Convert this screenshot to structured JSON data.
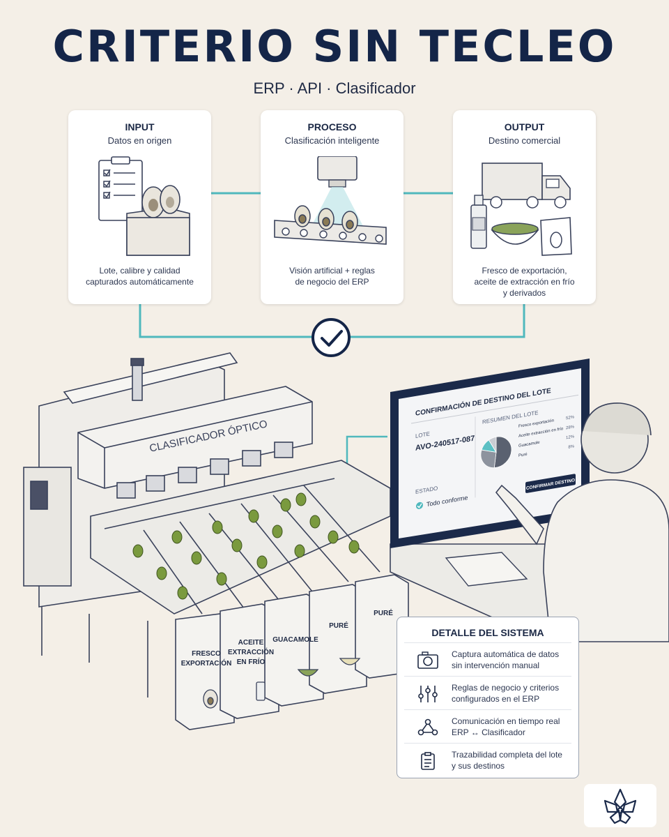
{
  "header": {
    "title": "CRITERIO SIN TECLEO",
    "subtitle": "ERP · API · Clasificador"
  },
  "cards": [
    {
      "title": "INPUT",
      "subtitle": "Datos en origen",
      "description_lines": [
        "Lote, calibre y calidad",
        "capturados automáticamente"
      ],
      "icon": "clipboard-avocado-box-icon"
    },
    {
      "title": "PROCESO",
      "subtitle": "Clasificación inteligente",
      "description_lines": [
        "Visión artificial + reglas",
        "de negocio del ERP"
      ],
      "icon": "camera-conveyor-icon"
    },
    {
      "title": "OUTPUT",
      "subtitle": "Destino comercial",
      "description_lines": [
        "Fresco de exportación,",
        "aceite de extracción en frío",
        "y derivados"
      ],
      "icon": "truck-products-icon"
    }
  ],
  "machine": {
    "label": "CLASIFICADOR ÓPTICO",
    "bins": [
      "FRESCO",
      "EXPORTACIÓN",
      "ACEITE",
      "EXTRACCIÓN",
      "EN FRÍO",
      "GUACAMOLE",
      "PURÉ",
      "PURÉ"
    ]
  },
  "screen": {
    "title": "CONFIRMACIÓN DE DESTINO DEL LOTE",
    "lot_label": "LOTE",
    "lot_value": "AVO-240517-087",
    "status_label": "ESTADO",
    "status_value": "Todo conforme",
    "summary_title": "RESUMEN DEL LOTE",
    "confirm_button": "CONFIRMAR DESTINO"
  },
  "chart_data": {
    "type": "pie",
    "title": "RESUMEN DEL LOTE",
    "categories": [
      "Fresco exportación",
      "Aceite extracción en frío",
      "Guacamole",
      "Puré"
    ],
    "values": [
      52,
      28,
      12,
      8
    ],
    "labels": [
      "52%",
      "28%",
      "12%",
      "8%"
    ],
    "colors": [
      "#5a6170",
      "#8d939e",
      "#5cc0c4",
      "#c9ccd2"
    ]
  },
  "panel": {
    "title": "DETALLE DEL SISTEMA",
    "items": [
      {
        "icon": "camera-icon",
        "line1": "Captura automática de datos",
        "line2": "sin intervención manual"
      },
      {
        "icon": "sliders-icon",
        "line1": "Reglas de negocio y criterios",
        "line2": "configurados en el ERP"
      },
      {
        "icon": "network-icon",
        "line1": "Comunicación en tiempo real",
        "line2": "ERP ↔ Clasificador"
      },
      {
        "icon": "clipboard-list-icon",
        "line1": "Trazabilidad completa del lote",
        "line2": "y sus destinos"
      }
    ]
  },
  "colors": {
    "navy": "#142548",
    "teal": "#4fb8bd",
    "avocado": "#6f8f3a",
    "background": "#f4efe7"
  }
}
